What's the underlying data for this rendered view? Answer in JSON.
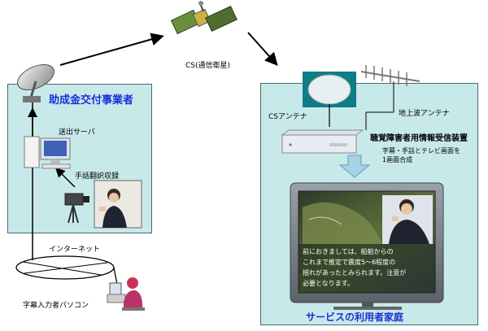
{
  "grantee": {
    "title": "助成金交付事業者"
  },
  "satellite": {
    "label": "CS(通信衛星)"
  },
  "sender": {
    "server_label": "送出サーバ",
    "recording_label": "手話翻訳収録"
  },
  "network": {
    "label": "インターネット"
  },
  "caption_pc": {
    "label": "字幕入力者パソコン"
  },
  "receiver_home": {
    "title": "サービスの利用者家庭",
    "cs_antenna_label": "CSアンテナ",
    "terrestrial_antenna_label": "地上波アンテナ",
    "receiver_label": "聴覚障害者用情報受信装置",
    "composite_note_line1": "字幕・手話とテレビ画面を",
    "composite_note_line2": "1画面合成"
  },
  "tv": {
    "caption_line1": "前におきましては、船舶からの",
    "caption_line2": "これまで推定で震度5～6程度の",
    "caption_line3": "揺れがあったとみられます。注意が",
    "caption_line4": "必要となります。"
  },
  "colors": {
    "panel_fill": "#c8e9ea",
    "title_blue": "#1a2fd6"
  }
}
